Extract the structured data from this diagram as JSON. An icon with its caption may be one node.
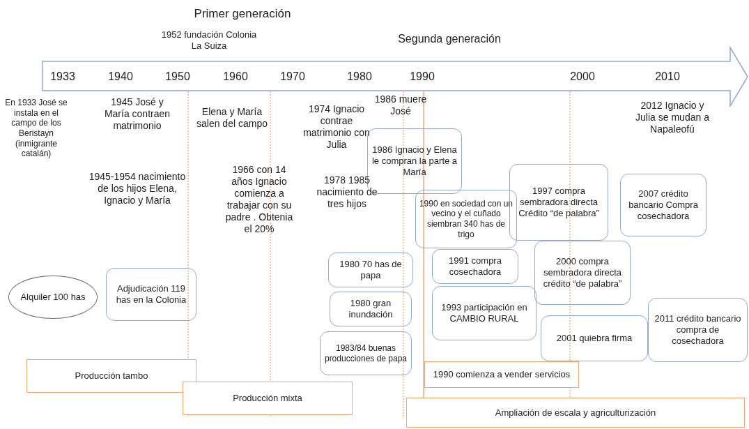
{
  "diagram": {
    "nodes": [
      {
        "text": [
          "1933",
          "1940",
          "1950",
          "1960",
          "1970",
          "1980",
          "1990",
          "2000",
          "2010"
        ]
      },
      {
        "text": [
          "Alquiler 100 has"
        ]
      },
      {
        "text": [
          "Adjudicación 119 has en la Colonia"
        ]
      },
      {
        "text": [
          "1986 Ignacio y Elena le compran la parte a María"
        ]
      },
      {
        "text": [
          "1990 en sociedad con un vecino y el cuñado siembran 340 has de trigo"
        ]
      },
      {
        "text": [
          "1997 compra sembradora directa Crédito “de palabra”"
        ]
      },
      {
        "text": [
          "2007 crédito bancario Compra cosechadora"
        ]
      },
      {
        "text": [
          "1980 70 has de papa"
        ]
      },
      {
        "text": [
          "1991 compra cosechadora"
        ]
      },
      {
        "text": [
          "2000 compra sembradora directa crédito “de palabra”"
        ]
      },
      {
        "text": [
          "1980 gran inundación"
        ]
      },
      {
        "text": [
          "1993 participación en CAMBIO RURAL"
        ]
      },
      {
        "text": [
          "2001 quiebra firma"
        ]
      },
      {
        "text": [
          "2011 crédito bancario compra de cosechadora"
        ]
      },
      {
        "text": [
          "1983/84 buenas producciones de papa"
        ]
      },
      {
        "text": [
          "1990 comienza a vender servicios"
        ]
      },
      {
        "text": [
          "Producción tambo"
        ]
      },
      {
        "text": [
          "Producción mixta"
        ]
      },
      {
        "text": [
          "Ampliación de escala y agriculturización"
        ]
      }
    ],
    "labels": [
      "Primer generación",
      "1952 fundación Colonia La Suiza",
      "Segunda generación",
      "En 1933 José se instala en el campo de los Beristayn (inmigrante catalán)",
      "1945 José y María contraen matrimonio",
      "1945-1954 nacimiento de los hijos Elena, Ignacio y María",
      "Elena y María salen del campo",
      "1966 con 14 años Ignacio comienza a trabajar con su padre . Obtenia el 20%",
      "1974 Ignacio contrae matrimonio con Julia",
      "1978 1985 nacimiento de tres hijos",
      "1986 muere José",
      "2012 Ignacio y Julia se mudan a Napaleofú"
    ]
  }
}
